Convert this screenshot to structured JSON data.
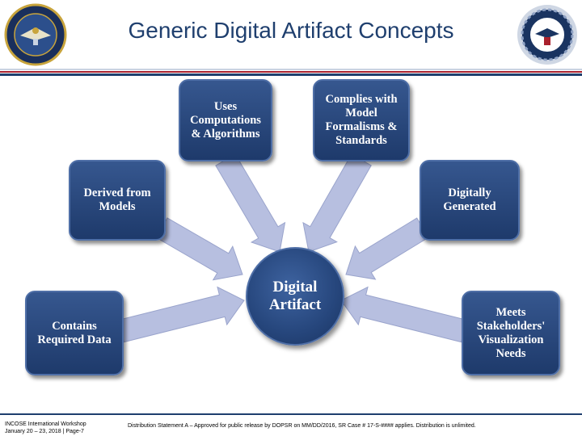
{
  "slide": {
    "title": "Generic Digital Artifact Concepts"
  },
  "diagram": {
    "center": "Digital\nArtifact",
    "nodes": [
      {
        "id": "uses",
        "label": "Uses\nComputations\n& Algorithms"
      },
      {
        "id": "complies",
        "label": "Complies with\nModel\nFormalisms &\nStandards"
      },
      {
        "id": "derived",
        "label": "Derived from\nModels"
      },
      {
        "id": "digitally",
        "label": "Digitally\nGenerated"
      },
      {
        "id": "contains",
        "label": "Contains\nRequired Data"
      },
      {
        "id": "meets",
        "label": "Meets\nStakeholders'\nVisualization\nNeeds"
      }
    ]
  },
  "footer": {
    "left_line1": "INCOSE International Workshop",
    "left_line2": "January 20 – 23, 2018 | Page-7",
    "statement": "Distribution Statement A – Approved for public release by DOPSR on MM/DD/2016, SR Case # 17-S-#### applies. Distribution is unlimited."
  },
  "colors": {
    "box_fill": "#1e3a6b",
    "arrow_fill": "#b7bfe0",
    "title": "#1f3f6e",
    "rule_red": "#a9212d"
  },
  "icons": [
    "dod-seal-icon",
    "digital-engineering-seal-icon"
  ]
}
